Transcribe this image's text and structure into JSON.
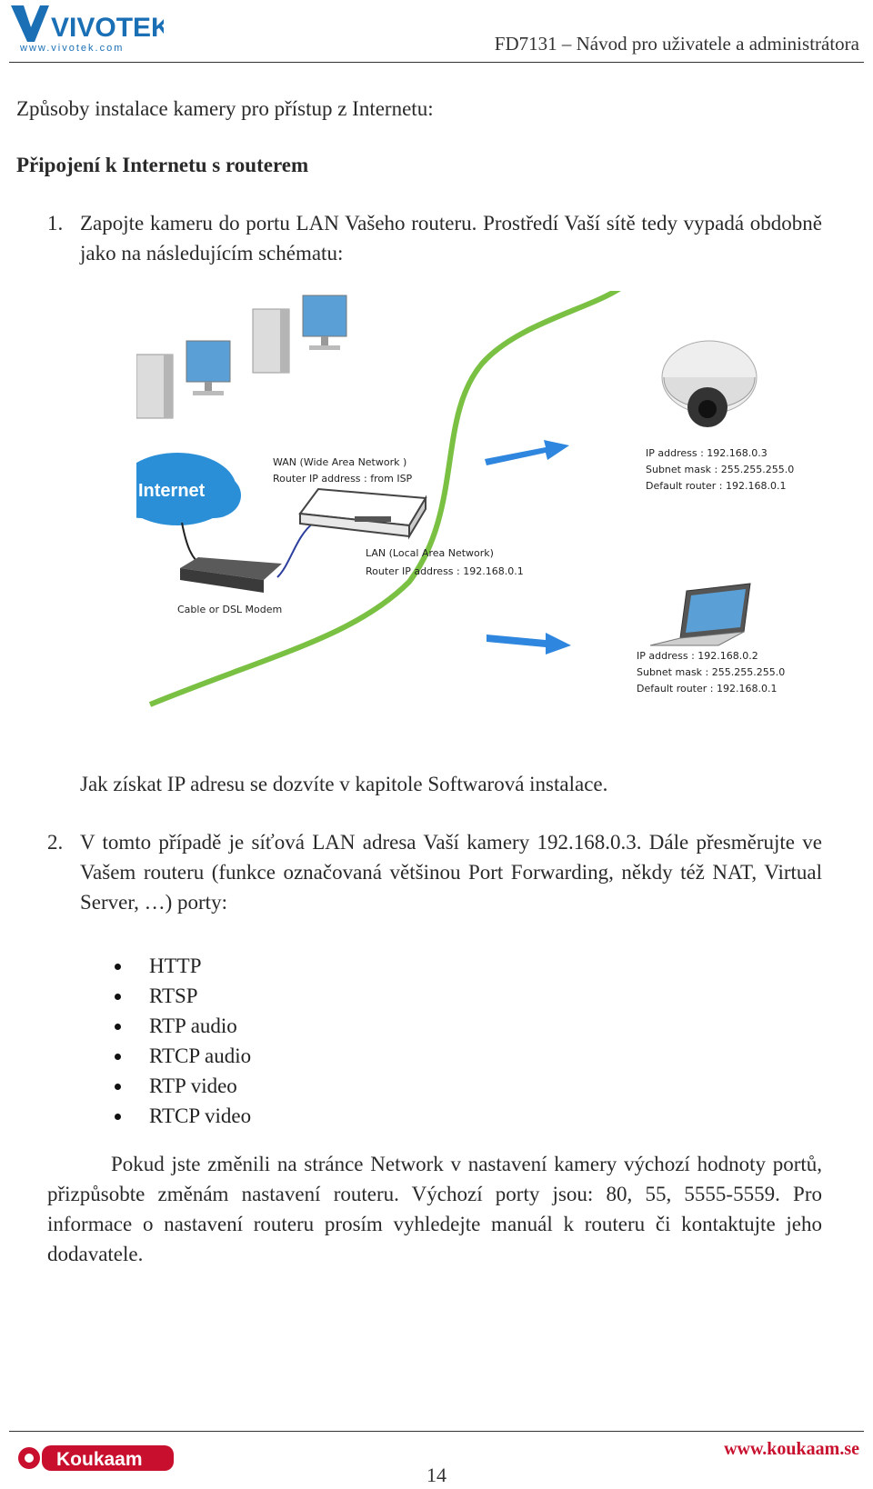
{
  "header": {
    "logo_text": "VIVOTEK",
    "logo_url": "www.vivotek.com",
    "title": "FD7131 – Návod pro uživatele a administrátora"
  },
  "body": {
    "intro": "Způsoby instalace kamery pro přístup z Internetu:",
    "heading": "Připojení k Internetu s routerem",
    "step1_num": "1.",
    "step1_text": "Zapojte kameru do portu LAN Vašeho routeru. Prostředí Vaší sítě tedy vypadá obdobně jako na následujícím schématu:",
    "ip_note": "Jak získat IP adresu se dozvíte v kapitole Softwarová instalace.",
    "step2_num": "2.",
    "step2_text": "V tomto případě je síťová LAN adresa Vaší kamery 192.168.0.3. Dále přesměrujte ve Vašem routeru (funkce označovaná většinou Port Forwarding, někdy též NAT, Virtual Server, …) porty:",
    "ports": [
      "HTTP",
      "RTSP",
      "RTP audio",
      "RTCP audio",
      "RTP video",
      "RTCP video"
    ],
    "closing": "Pokud jste změnili na stránce Network v nastavení kamery výchozí hodnoty portů, přizpůsobte změnám nastavení routeru. Výchozí porty jsou: 80, 55, 5555-5559. Pro informace o nastavení routeru prosím vyhledejte manuál k routeru či kontaktujte jeho dodavatele."
  },
  "diagram": {
    "internet_label": "Internet",
    "wan_line1": "WAN (Wide Area Network )",
    "wan_line2": "Router IP address : from ISP",
    "lan_line1": "LAN (Local Area Network)",
    "lan_line2": "Router IP address : 192.168.0.1",
    "modem_label": "Cable or DSL Modem",
    "camera_ip": "IP address : 192.168.0.3",
    "camera_mask": "Subnet mask : 255.255.255.0",
    "camera_router": "Default router : 192.168.0.1",
    "laptop_ip": "IP address : 192.168.0.2",
    "laptop_mask": "Subnet mask : 255.255.255.0",
    "laptop_router": "Default router : 192.168.0.1"
  },
  "footer": {
    "brand": "Koukaam",
    "url": "www.koukaam.se",
    "page_number": "14"
  },
  "colors": {
    "green_line": "#7ac143",
    "cloud_blue": "#2b8fd8",
    "arrow_blue": "#2e86de",
    "footer_red": "#c8102e"
  }
}
